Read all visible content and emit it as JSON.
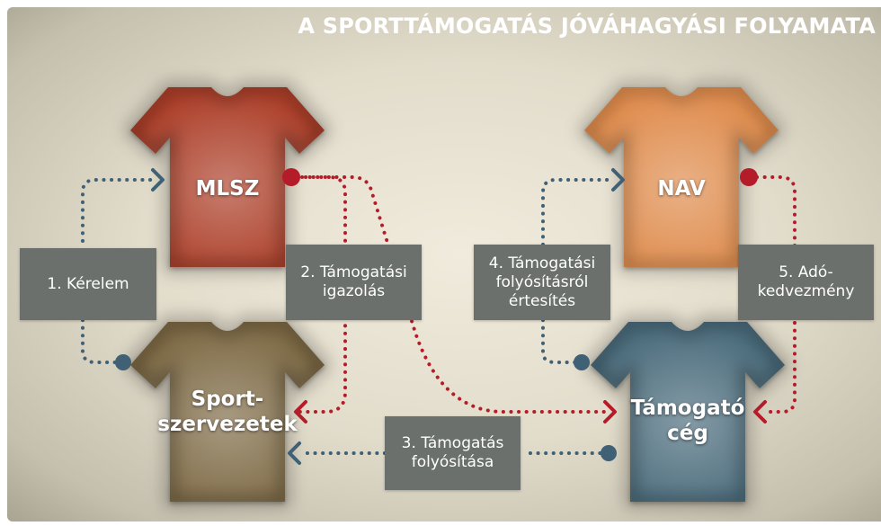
{
  "title": "A SPORTTÁMOGATÁS JÓVÁHAGYÁSI FOLYAMATA",
  "colors": {
    "mlsz": "#ad3f2a",
    "nav": "#df8c4e",
    "sport": "#7e6a45",
    "company": "#4b6c7c",
    "red_dots": "#b51c2a",
    "blue_dots": "#3f6075",
    "box": "#6b706c"
  },
  "entities": {
    "mlsz": "MLSZ",
    "nav": "NAV",
    "sport": [
      "Sport-",
      "szervezetek"
    ],
    "company": [
      "Támogató",
      "cég"
    ]
  },
  "steps": {
    "s1": [
      "1. Kérelem"
    ],
    "s2": [
      "2. Támogatási",
      "igazolás"
    ],
    "s3": [
      "3. Támogatás",
      "folyósítása"
    ],
    "s4": [
      "4. Támogatási",
      "folyósításról",
      "értesítés"
    ],
    "s5": [
      "5. Adó-",
      "kedvezmény"
    ]
  }
}
